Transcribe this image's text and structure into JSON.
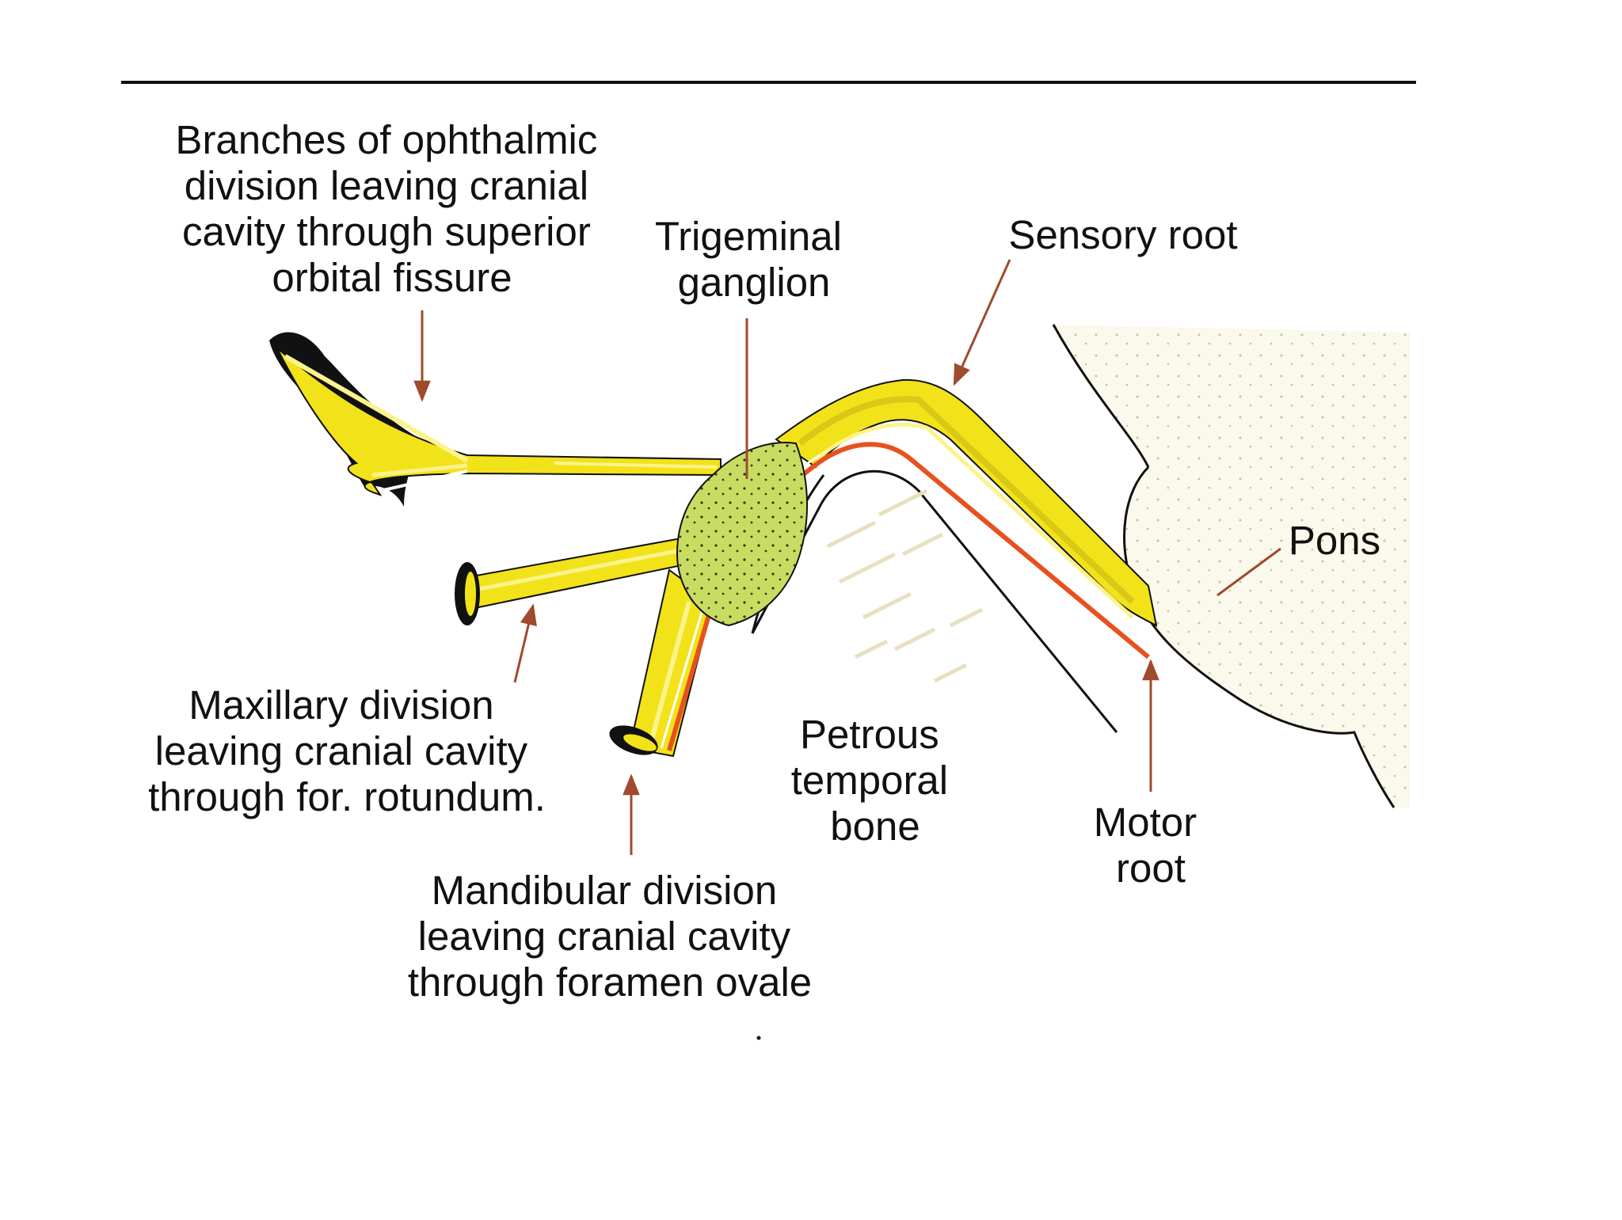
{
  "labels": {
    "ophthalmic": [
      "Branches  of ophthalmic",
      "division leaving cranial",
      "cavity through superior",
      "orbital fissure"
    ],
    "ganglion": [
      "Trigeminal",
      "ganglion"
    ],
    "sensory_root": [
      "Sensory root"
    ],
    "pons": [
      "Pons"
    ],
    "maxillary": [
      "Maxillary division",
      "leaving cranial cavity",
      "through for. rotundum."
    ],
    "petrous": [
      "Petrous",
      "temporal",
      "bone"
    ],
    "motor_root": [
      "Motor",
      "root"
    ],
    "mandibular": [
      "Mandibular division",
      "leaving cranial cavity",
      "through foramen ovale"
    ]
  },
  "colors": {
    "nerve_yellow": "#f2e21a",
    "nerve_highlight": "#fbf48c",
    "ganglion_green": "#c9dc62",
    "motor_orange": "#e8511e",
    "arrow_brown": "#a04a2e",
    "pons_fill": "#fbf8ec",
    "outline": "#111111"
  }
}
